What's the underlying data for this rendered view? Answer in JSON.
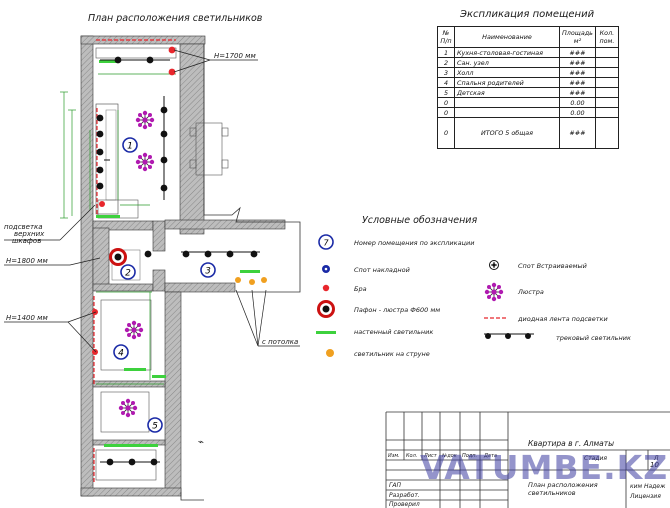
{
  "plan": {
    "title": "План расположения светильников",
    "rooms": [
      "1",
      "2",
      "3",
      "4",
      "5"
    ],
    "heights": {
      "h1700": "H=1700 мм",
      "h1800": "H=1800 мм",
      "h1400": "H=1400 мм"
    },
    "note_backlight": [
      "подсветка",
      "верхних",
      "шкафов"
    ],
    "note_ceiling": "с потолка"
  },
  "explication": {
    "title": "Экспликация помещений",
    "headers": {
      "num": "№ П/п",
      "name": "Наименование",
      "area": "Площадь м²",
      "count": "Кол. пом."
    },
    "rows": [
      {
        "num": "1",
        "name": "Кухня-столовая-гостиная",
        "area": "###"
      },
      {
        "num": "2",
        "name": "Сан. узел",
        "area": "###"
      },
      {
        "num": "3",
        "name": "Холл",
        "area": "###"
      },
      {
        "num": "4",
        "name": "Спальня родителей",
        "area": "###"
      },
      {
        "num": "5",
        "name": "Детская",
        "area": "###"
      },
      {
        "num": "0",
        "name": "",
        "area": "0.00"
      },
      {
        "num": "0",
        "name": "",
        "area": "0.00"
      }
    ],
    "total": {
      "num": "0",
      "name": "ИТОГО     5 общая",
      "area": "###"
    }
  },
  "legend": {
    "title": "Условные обозначения",
    "room_number": {
      "sample": "7",
      "label": "Номер помещения по экспликации"
    },
    "spot_surface": "Спот накладной",
    "spot_recessed": "Спот Встраиваемый",
    "sconce": "Бра",
    "chandelier": "Люстра",
    "plafond": "Пафон - люстра Ф600 мм",
    "led_strip": "диодная лента подсветки",
    "wall_light": "настенный светильник",
    "track_light": "трековый светильник",
    "string_light": "светильник на струне"
  },
  "stamp": {
    "project": "Квартира в г. Алматы",
    "sheet_title": [
      "План расположения",
      "светильников"
    ],
    "headers": [
      "Изм.",
      "Кол.",
      "Лист",
      "№док",
      "Подп.",
      "Дата"
    ],
    "roles": [
      "ГАП",
      "Разработ.",
      "Проверил"
    ],
    "stage_label": "Стадия",
    "sheet_label": "Л",
    "sheet_no": "10",
    "company": [
      "ким Надеж",
      "Лицензия"
    ]
  },
  "watermark": "VATUMBE.KZ",
  "colors": {
    "led": "#e8262c",
    "wall": "#3dd13d",
    "ring": "#1a2aa6",
    "lustre": "#b01ab0",
    "orange": "#f0a020",
    "plafond": "#cc1111"
  }
}
